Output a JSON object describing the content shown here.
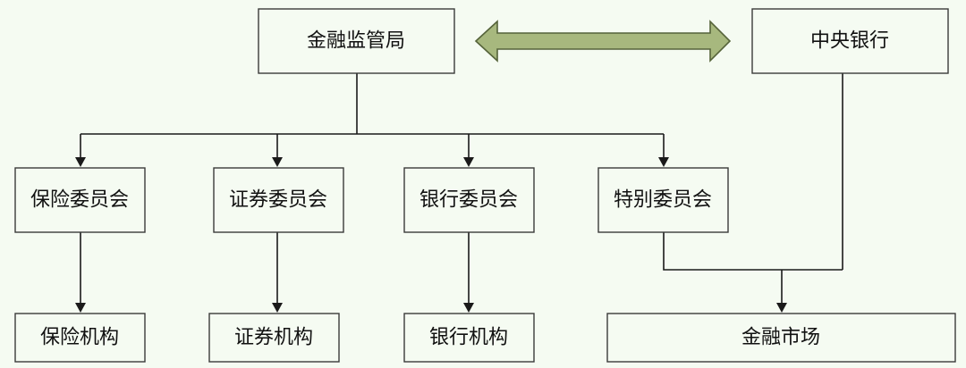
{
  "nodes": {
    "regulator": "金融监管局",
    "central_bank": "中央银行",
    "insurance_committee": "保险委员会",
    "securities_committee": "证券委员会",
    "bank_committee": "银行委员会",
    "special_committee": "特别委员会",
    "insurance_institutions": "保险机构",
    "securities_institutions": "证券机构",
    "bank_institutions": "银行机构",
    "financial_market": "金融市场"
  },
  "colors": {
    "background": "#f5fbf2",
    "box_border": "#3a3a3a",
    "connector": "#1a1a1a",
    "double_arrow_fill": "#a7b87e",
    "double_arrow_stroke": "#55633a"
  }
}
